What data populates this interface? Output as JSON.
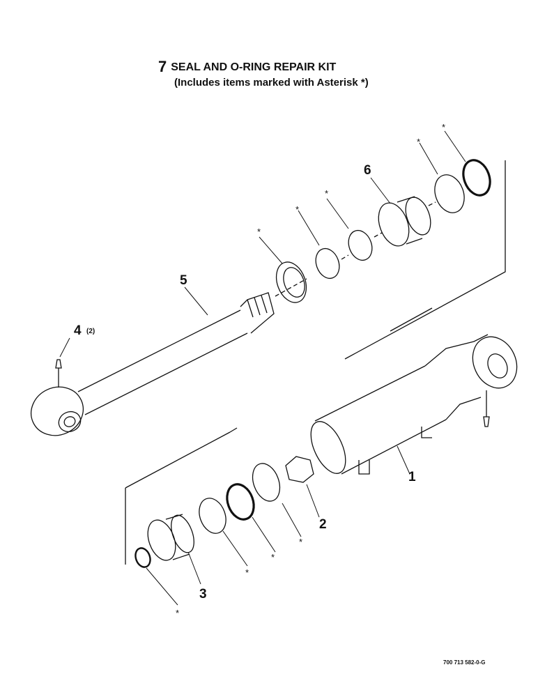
{
  "kit": {
    "number": "7",
    "title": "SEAL AND O-RING REPAIR KIT",
    "note": "(Includes items marked with Asterisk *)"
  },
  "callouts": {
    "c1": "1",
    "c2": "2",
    "c3": "3",
    "c4": "4",
    "c4_qty": "(2)",
    "c5": "5",
    "c6": "6",
    "asterisk": "*"
  },
  "drawing_code": "700 713 582-0-G"
}
